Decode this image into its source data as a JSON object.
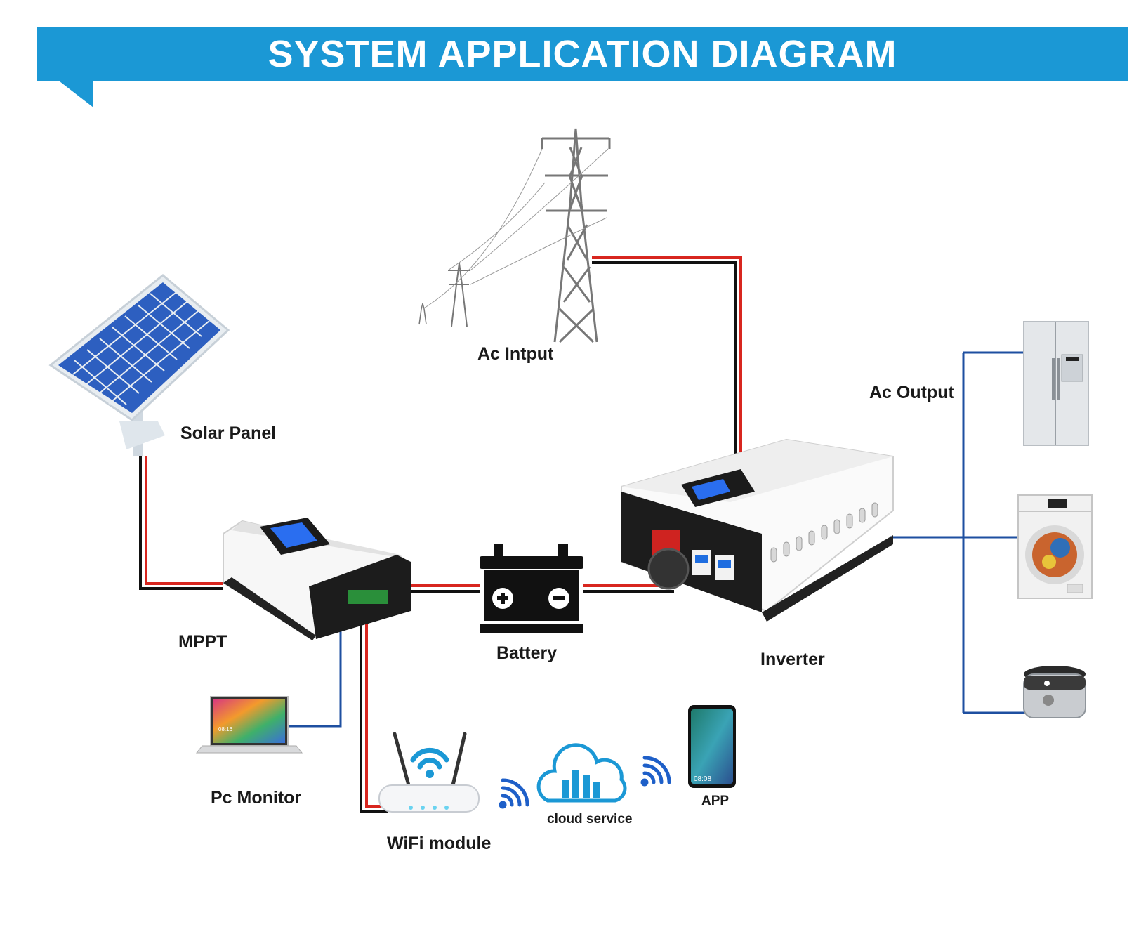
{
  "header": {
    "title": "SYSTEM APPLICATION DIAGRAM"
  },
  "labels": {
    "ac_input": "Ac Intput",
    "ac_output": "Ac Output",
    "solar_panel": "Solar Panel",
    "mppt": "MPPT",
    "battery": "Battery",
    "inverter": "Inverter",
    "pc_monitor": "Pc Monitor",
    "wifi_module": "WiFi module",
    "cloud_service": "cloud service",
    "app": "APP"
  },
  "icons": [
    "power-tower-icon",
    "solar-panel-icon",
    "mppt-controller-icon",
    "battery-icon",
    "inverter-icon",
    "refrigerator-icon",
    "washing-machine-icon",
    "rice-cooker-icon",
    "laptop-icon",
    "wifi-router-icon",
    "wifi-signal-icon",
    "cloud-icon",
    "smartphone-icon"
  ],
  "colors": {
    "banner": "#1b98d5",
    "wire_pos": "#d8261f",
    "wire_neg": "#111111",
    "wire_comm": "#1e4fa0",
    "panel_cell": "#2d5fc0"
  },
  "phone": {
    "clock": "08:08"
  },
  "laptop": {
    "clock": "08:16"
  }
}
